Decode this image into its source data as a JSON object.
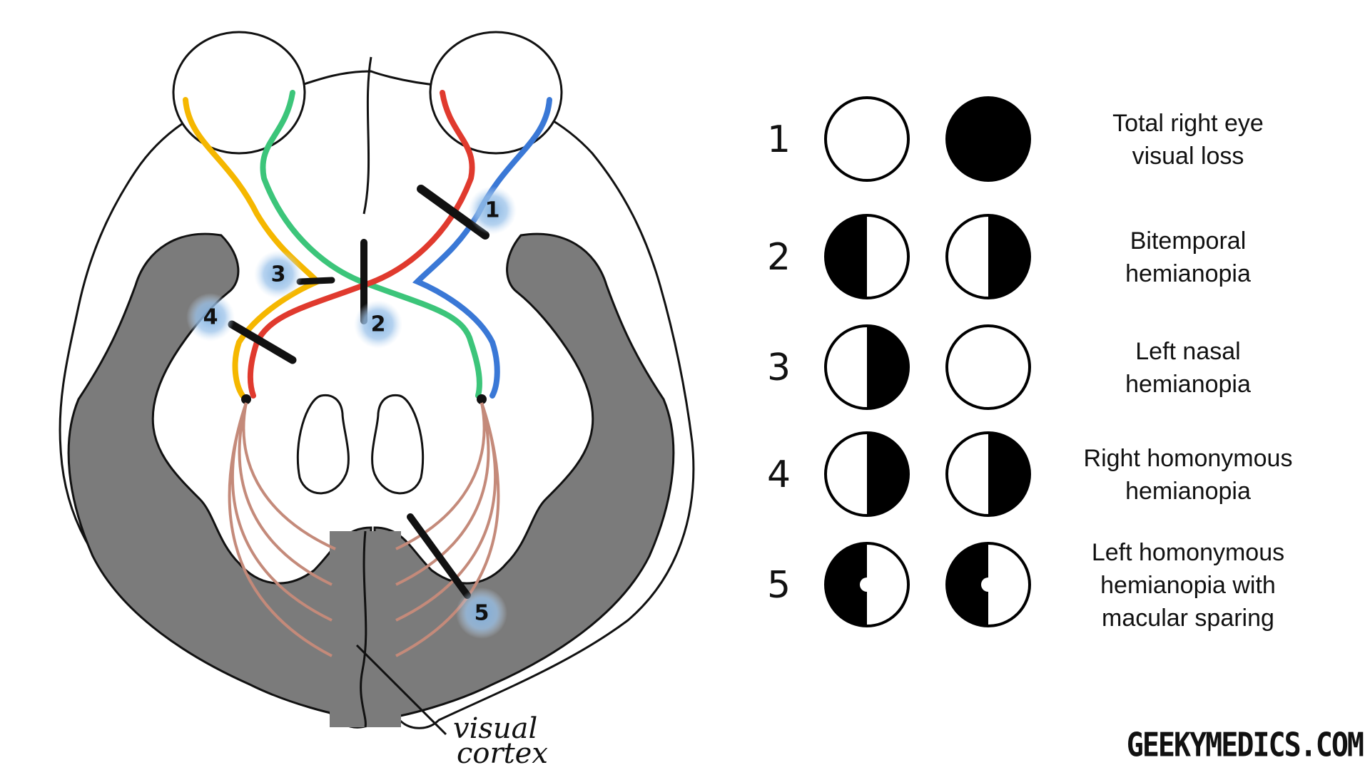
{
  "diagram": {
    "markers": [
      {
        "id": "1",
        "label": "1"
      },
      {
        "id": "2",
        "label": "2"
      },
      {
        "id": "3",
        "label": "3"
      },
      {
        "id": "4",
        "label": "4"
      },
      {
        "id": "5",
        "label": "5"
      }
    ],
    "annotation": [
      "visual",
      "cortex"
    ],
    "colors": {
      "tract_yellow": "#f5b700",
      "tract_green": "#3cc57a",
      "tract_red": "#e03a2e",
      "tract_blue": "#3a78d6",
      "radiation": "#c48a7a",
      "cortex_gray": "#7b7b7b",
      "marker_glow": "#7fb0df"
    }
  },
  "legend": {
    "rows": [
      {
        "number": "1",
        "lines": [
          "Total right eye",
          "visual loss"
        ],
        "left_field": "full-clear",
        "right_field": "full-black"
      },
      {
        "number": "2",
        "lines": [
          "Bitemporal",
          "hemianopia"
        ],
        "left_field": "left-black",
        "right_field": "right-black"
      },
      {
        "number": "3",
        "lines": [
          "Left nasal",
          "hemianopia"
        ],
        "left_field": "right-black",
        "right_field": "full-clear"
      },
      {
        "number": "4",
        "lines": [
          "Right homonymous",
          "hemianopia"
        ],
        "left_field": "right-black",
        "right_field": "right-black"
      },
      {
        "number": "5",
        "lines": [
          "Left homonymous",
          "hemianopia with",
          "macular sparing"
        ],
        "left_field": "left-black-macular",
        "right_field": "left-black-macular"
      }
    ]
  },
  "brand": "GEEKYMEDICS.COM"
}
